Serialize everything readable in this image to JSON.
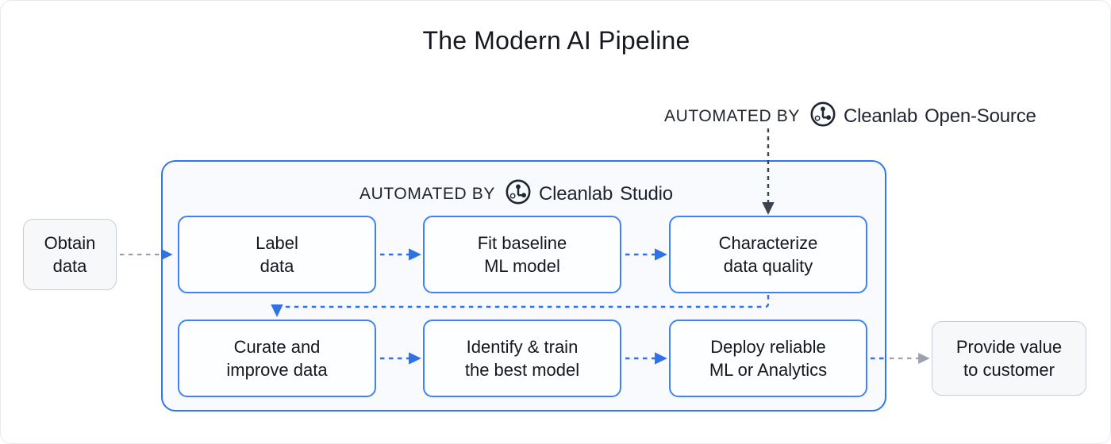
{
  "page": {
    "title": "The Modern AI Pipeline"
  },
  "colors": {
    "accent_blue": "#3d84f2",
    "container_border": "#3076ed",
    "container_fill": "#f8fafd",
    "gray_border": "#c8ccd4",
    "gray_fill": "#f7f8fa",
    "text": "#15181e",
    "dark_arrow": "#3c4350"
  },
  "annotations": [
    {
      "id": "open-source",
      "prefix": "AUTOMATED BY",
      "brand": "Cleanlab",
      "suffix": "Open-Source",
      "logo_icon": "cleanlab-logo-icon"
    },
    {
      "id": "studio",
      "prefix": "AUTOMATED BY",
      "brand": "Cleanlab",
      "suffix": "Studio",
      "logo_icon": "cleanlab-logo-icon"
    }
  ],
  "diagram_data": {
    "type": "flowchart",
    "nodes": [
      {
        "id": "obtain-data",
        "line1": "Obtain",
        "line2": "data",
        "style": "gray",
        "group": "external"
      },
      {
        "id": "label-data",
        "line1": "Label",
        "line2": "data",
        "style": "blue",
        "group": "studio"
      },
      {
        "id": "fit-baseline",
        "line1": "Fit baseline",
        "line2": "ML model",
        "style": "blue",
        "group": "studio"
      },
      {
        "id": "characterize",
        "line1": "Characterize",
        "line2": "data quality",
        "style": "blue",
        "group": "studio"
      },
      {
        "id": "curate",
        "line1": "Curate and",
        "line2": "improve data",
        "style": "blue",
        "group": "studio"
      },
      {
        "id": "identify",
        "line1": "Identify & train",
        "line2": "the best model",
        "style": "blue",
        "group": "studio"
      },
      {
        "id": "deploy",
        "line1": "Deploy reliable",
        "line2": "ML or Analytics",
        "style": "blue",
        "group": "studio"
      },
      {
        "id": "provide-value",
        "line1": "Provide value",
        "line2": "to customer",
        "style": "gray",
        "group": "external"
      }
    ],
    "edges": [
      {
        "from": "obtain-data",
        "to": "label-data",
        "style": "dashed-gray-blue-head"
      },
      {
        "from": "label-data",
        "to": "fit-baseline",
        "style": "dashed-blue"
      },
      {
        "from": "fit-baseline",
        "to": "characterize",
        "style": "dashed-blue"
      },
      {
        "from": "characterize",
        "to": "curate",
        "style": "dashed-blue-loop"
      },
      {
        "from": "curate",
        "to": "identify",
        "style": "dashed-blue"
      },
      {
        "from": "identify",
        "to": "deploy",
        "style": "dashed-blue"
      },
      {
        "from": "deploy",
        "to": "provide-value",
        "style": "dashed-gray"
      },
      {
        "from": "open-source-annotation",
        "to": "characterize",
        "style": "dashed-dark"
      }
    ]
  }
}
